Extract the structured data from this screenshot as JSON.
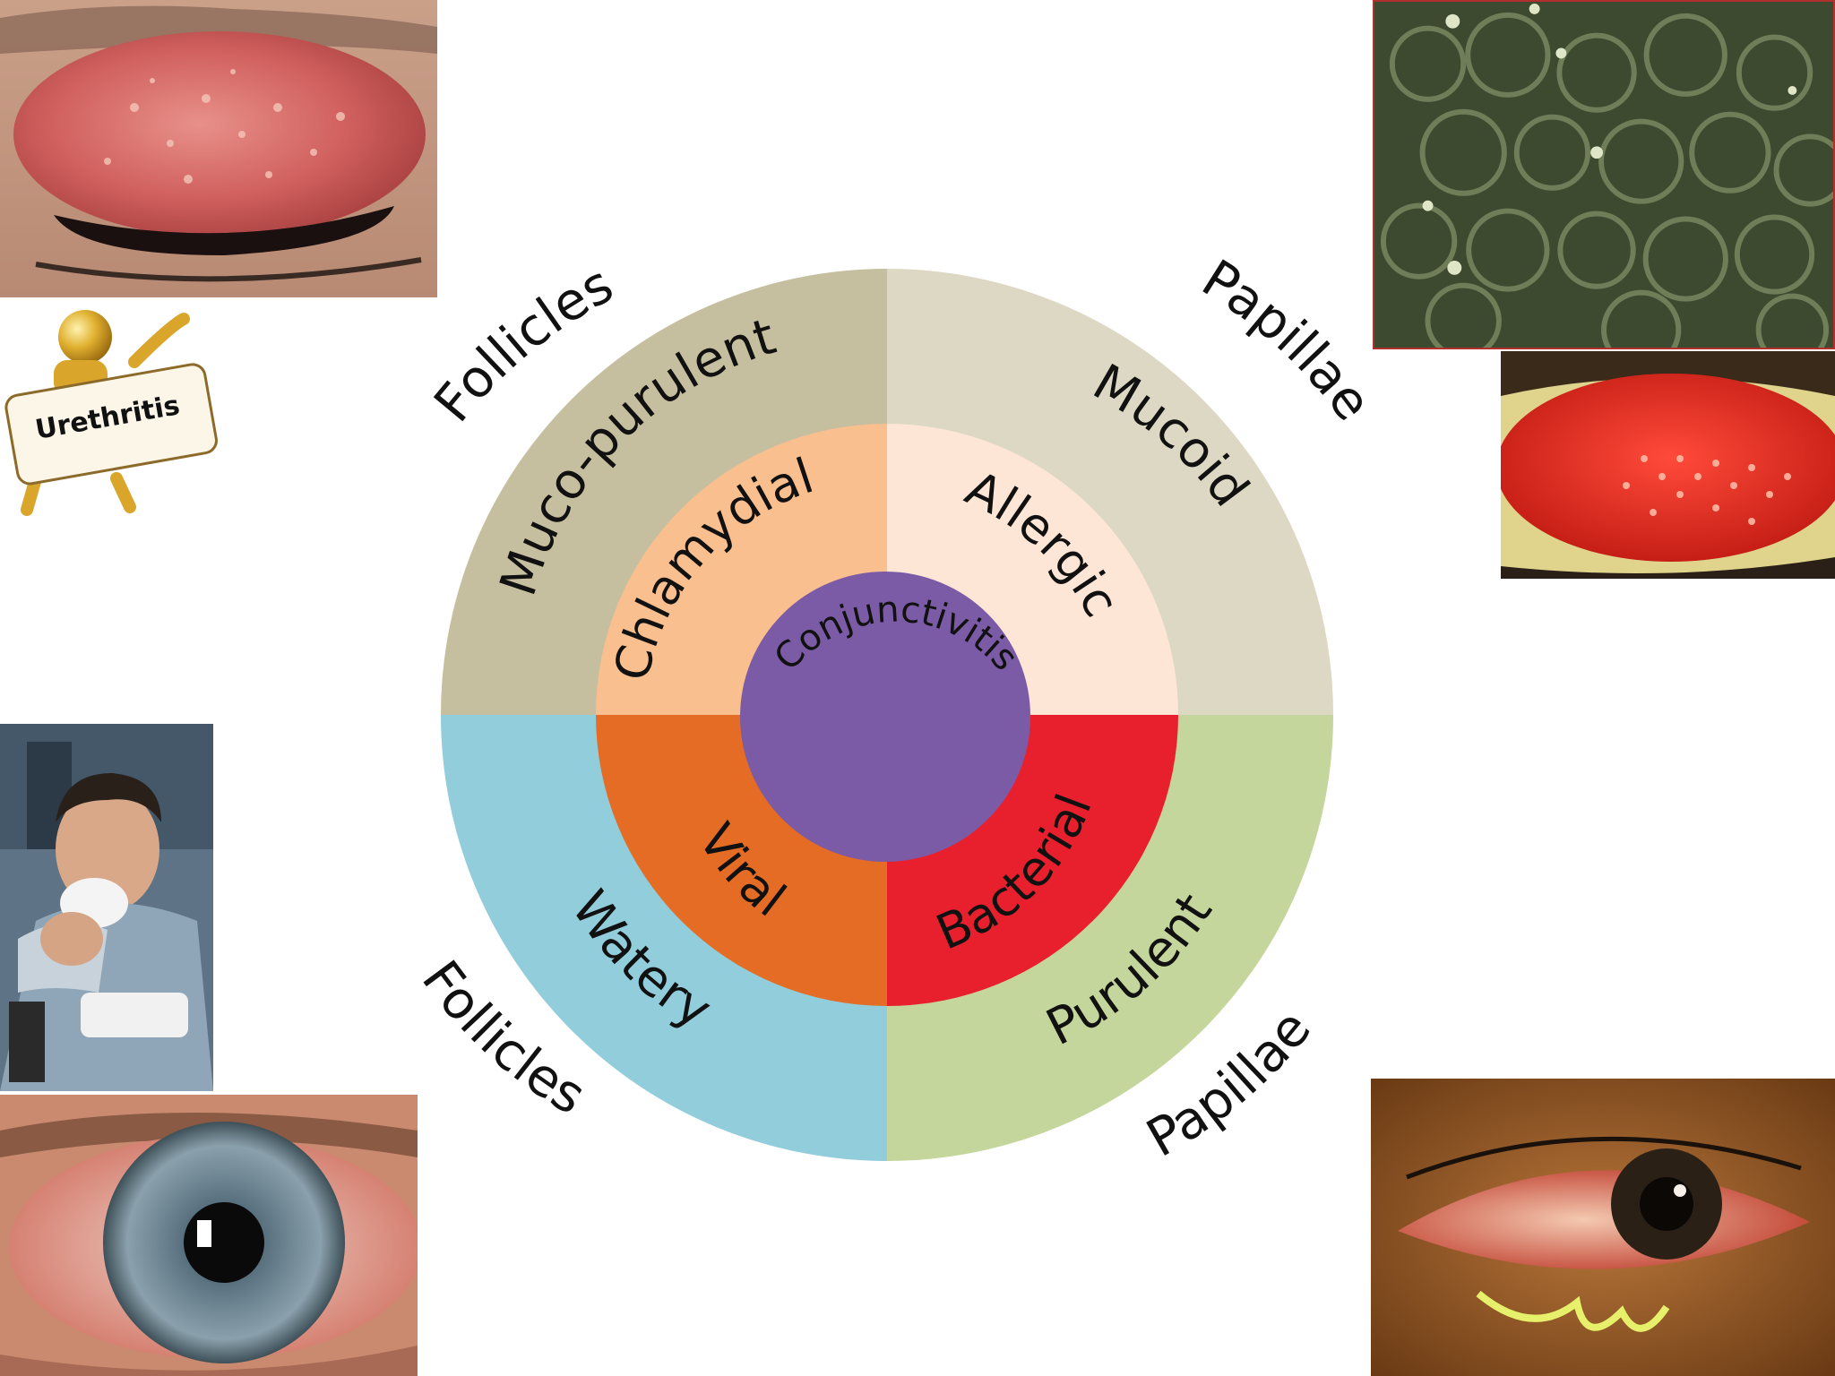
{
  "diagram": {
    "center": {
      "label": "Conjunctivitis",
      "color": "#7b5aa6"
    },
    "quadrants": [
      {
        "id": "top-left",
        "inner_label": "Chlamydial",
        "outer_label": "Muco-purulent",
        "corner_label": "Follicles",
        "inner_color": "#f9bf8f",
        "outer_color": "#c6bf9f"
      },
      {
        "id": "top-right",
        "inner_label": "Allergic",
        "outer_label": "Mucoid",
        "corner_label": "Papillae",
        "inner_color": "#fde6d6",
        "outer_color": "#ddd8c4"
      },
      {
        "id": "bottom-right",
        "inner_label": "Bacterial",
        "outer_label": "Purulent",
        "corner_label": "Papillae",
        "inner_color": "#e8202e",
        "outer_color": "#c4d69b"
      },
      {
        "id": "bottom-left",
        "inner_label": "Viral",
        "outer_label": "Watery",
        "corner_label": "Follicles",
        "inner_color": "#e46c24",
        "outer_color": "#92cddc"
      }
    ]
  },
  "images": {
    "urethritis_sign": {
      "text": "Urethritis"
    }
  }
}
